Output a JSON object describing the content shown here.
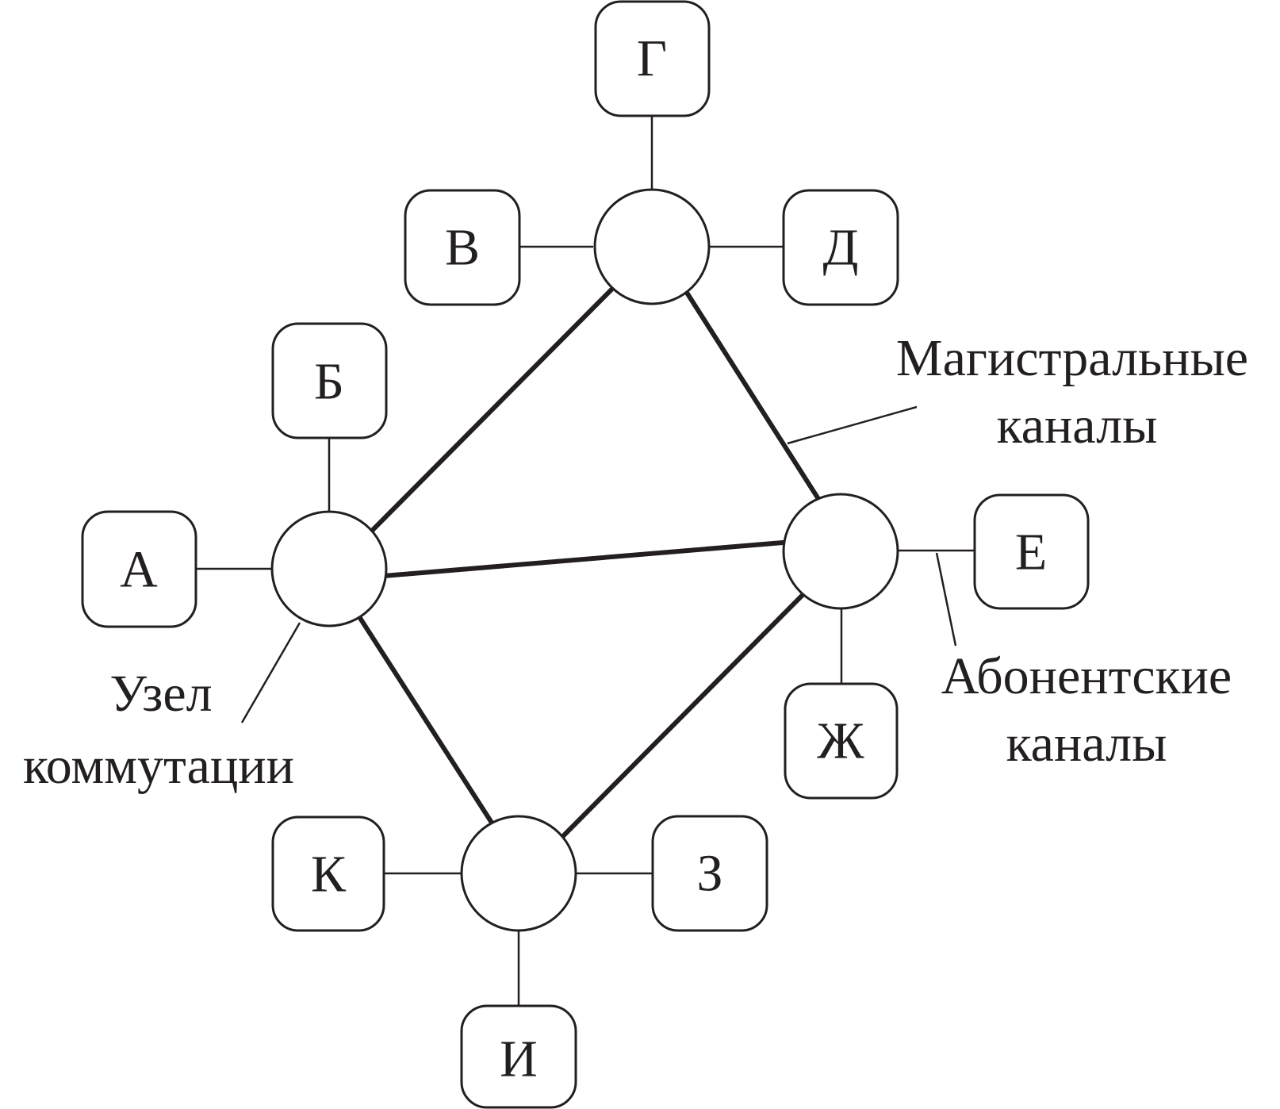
{
  "subscribers": {
    "a": "А",
    "b": "Б",
    "v": "В",
    "g": "Г",
    "d": "Д",
    "e": "Е",
    "zh": "Ж",
    "z": "З",
    "i": "И",
    "k": "К"
  },
  "labels": {
    "trunk_channels": [
      "Магистральные",
      "каналы"
    ],
    "subscriber_channels": [
      "Абонентские",
      "каналы"
    ],
    "switching_node": [
      "Узел",
      "коммутации"
    ]
  },
  "colors": {
    "stroke": "#231f20",
    "background": "#ffffff"
  }
}
